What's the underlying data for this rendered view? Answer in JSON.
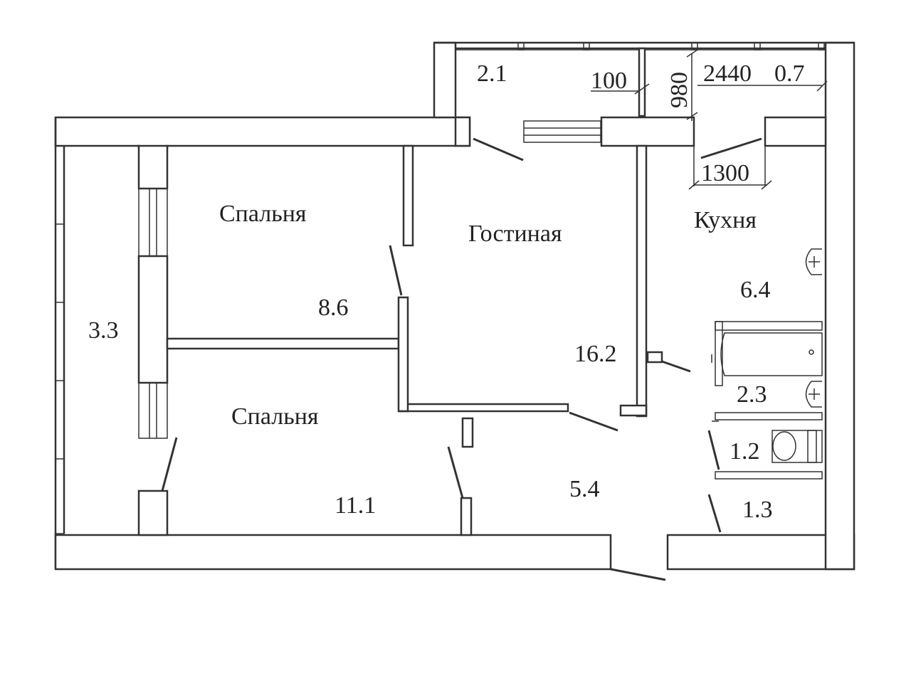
{
  "rooms": {
    "bedroom_top": {
      "name": "Спальня",
      "area": "8.6"
    },
    "bedroom_bottom": {
      "name": "Спальня",
      "area": "11.1"
    },
    "living_room": {
      "name": "Гостиная",
      "area": "16.2"
    },
    "kitchen": {
      "name": "Кухня",
      "area": "6.4"
    },
    "loggia": {
      "area": "3.3"
    },
    "balcony": {
      "area": "2.1"
    },
    "hallway": {
      "area": "5.4"
    },
    "bathroom": {
      "area": "2.3"
    },
    "toilet": {
      "area": "1.2"
    },
    "closet": {
      "area": "1.3"
    },
    "balcony_right": {
      "area": "0.7"
    }
  },
  "dimensions": {
    "d100": "100",
    "d980": "980",
    "d2440": "2440",
    "d1300": "1300"
  },
  "colors": {
    "ink": "#333333",
    "paper": "#ffffff"
  }
}
